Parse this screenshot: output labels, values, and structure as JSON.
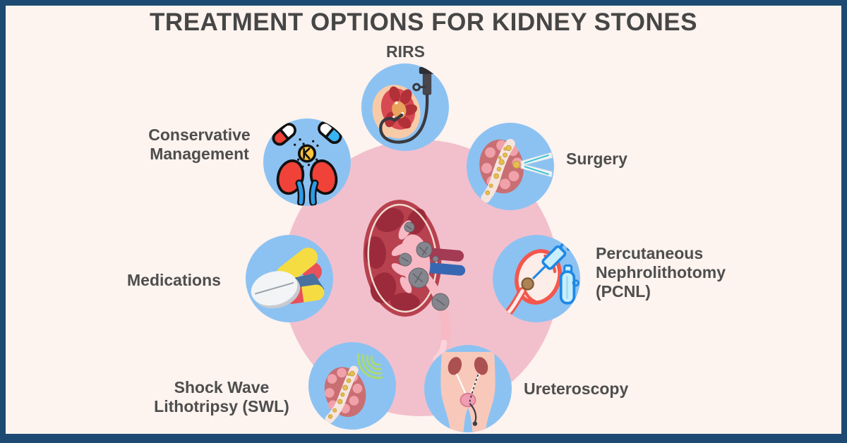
{
  "title": "TREATMENT OPTIONS FOR KIDNEY STONES",
  "colors": {
    "frame_border": "#1D4A72",
    "background": "#FDF3EF",
    "node_circle_blue": "#8CC2F2",
    "center_circle_pink": "#F2C0CC",
    "title_text": "#464646",
    "label_text": "#4E4E4E"
  },
  "center": {
    "icon": "kidney-with-stones"
  },
  "treatments": [
    {
      "id": "rirs",
      "label": "RIRS",
      "icon": "rirs-flexible-scope-kidney"
    },
    {
      "id": "conservative-management",
      "label": "Conservative Management",
      "icon": "kidneys-with-supplement-capsules"
    },
    {
      "id": "surgery",
      "label": "Surgery",
      "icon": "forceps-removing-stone-from-kidney"
    },
    {
      "id": "pcnl",
      "label": "Percutaneous Nephrolithotomy (PCNL)",
      "icon": "nephroscope-puncturing-kidney"
    },
    {
      "id": "ureteroscopy",
      "label": "Ureteroscopy",
      "icon": "scope-through-urinary-tract"
    },
    {
      "id": "swl",
      "label": "Shock Wave Lithotripsy (SWL)",
      "icon": "shock-waves-on-kidney"
    },
    {
      "id": "medications",
      "label": "Medications",
      "icon": "pills-and-tablet"
    }
  ]
}
